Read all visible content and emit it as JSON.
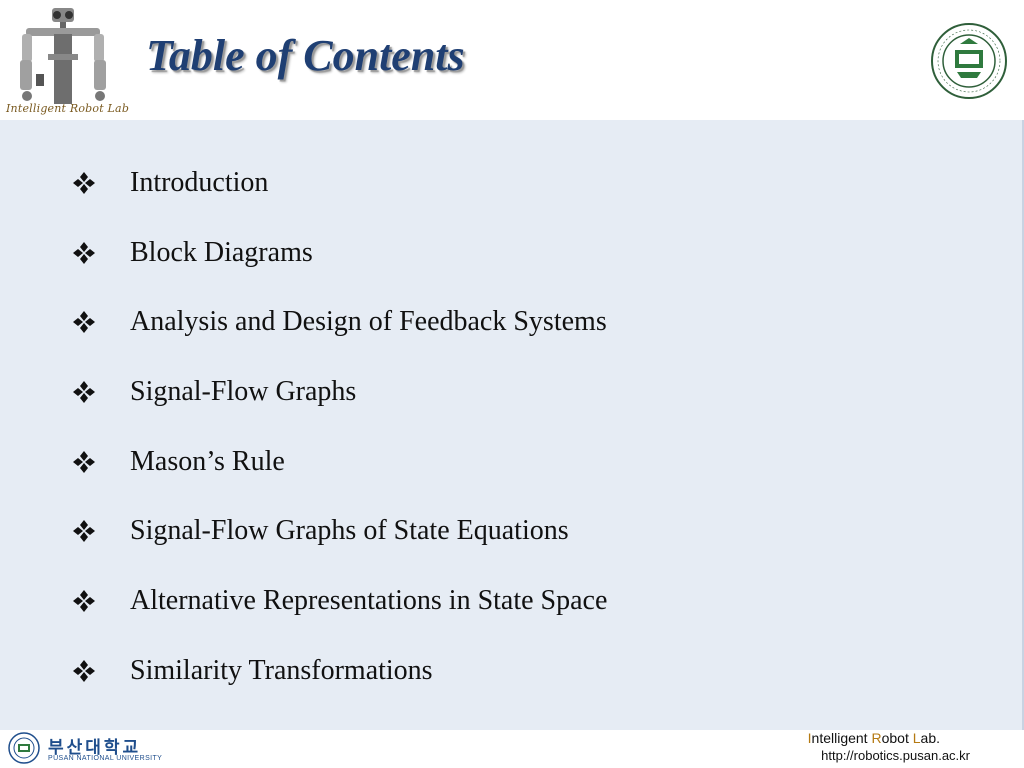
{
  "header": {
    "title": "Table of Contents",
    "lab_script": "Intelligent Robot Lab"
  },
  "toc": {
    "items": [
      {
        "label": "Introduction"
      },
      {
        "label": "Block Diagrams"
      },
      {
        "label": "Analysis and Design of Feedback Systems"
      },
      {
        "label": "Signal-Flow Graphs"
      },
      {
        "label": "Mason’s Rule"
      },
      {
        "label": "Signal-Flow Graphs of State Equations"
      },
      {
        "label": "Alternative Representations in State Space"
      },
      {
        "label": "Similarity Transformations"
      }
    ]
  },
  "footer": {
    "university_korean": "부산대학교",
    "university_english": "PUSAN NATIONAL UNIVERSITY",
    "lab_name": {
      "p1": "I",
      "p2": "ntelligent ",
      "p3": "R",
      "p4": "obot ",
      "p5": "L",
      "p6": "ab."
    },
    "lab_url": "http://robotics.pusan.ac.kr"
  },
  "colors": {
    "title": "#1f3f73",
    "content_background": "#e6ecf4",
    "accent": "#b57a12",
    "university_blue": "#1f4e8c"
  },
  "icons": {
    "bullet": "four-diamond-bullet-icon",
    "robot": "humanoid-robot-logo",
    "seal": "university-seal-logo",
    "emblem": "university-emblem-icon"
  }
}
